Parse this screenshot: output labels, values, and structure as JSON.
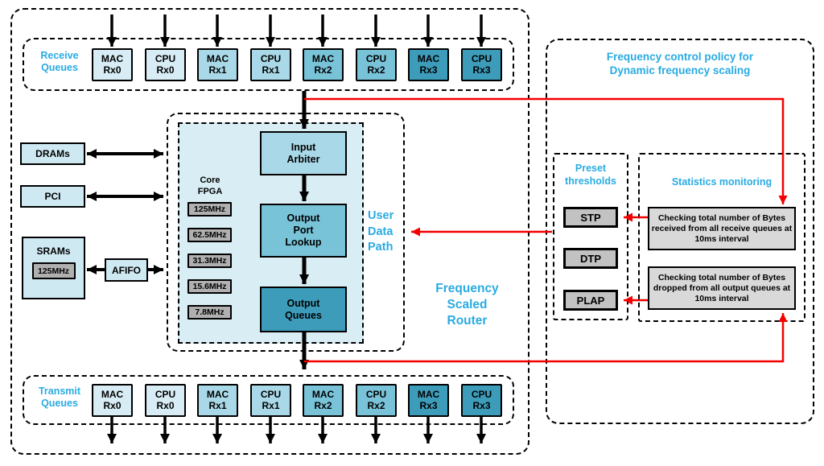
{
  "colors": {
    "accent": "#29abe2",
    "red": "#f40000",
    "q0": "#d7ecf4",
    "q1": "#a9d9e8",
    "q2": "#79c3d9",
    "q3": "#3d9cba",
    "panel": "#d9edf4",
    "device": "#cfe9f2",
    "gray_chip": "#b0b0b0",
    "gray_box": "#c2c2c2",
    "stat_box": "#d9d9d9"
  },
  "queues": {
    "receive_label": "Receive\nQueues",
    "transmit_label": "Transmit\nQueues",
    "items": [
      "MAC\nRx0",
      "CPU\nRx0",
      "MAC\nRx1",
      "CPU\nRx1",
      "MAC\nRx2",
      "CPU\nRx2",
      "MAC\nRx3",
      "CPU\nRx3"
    ]
  },
  "memory": {
    "drams": "DRAMs",
    "pci": "PCI",
    "srams": "SRAMs",
    "srams_freq": "125MHz",
    "afifo": "AFIFO"
  },
  "user_data_path": {
    "core_label": "Core\nFPGA",
    "frequencies": [
      "125MHz",
      "62.5MHz",
      "31.3MHz",
      "15.6MHz",
      "7.8MHz"
    ],
    "stages": [
      "Input\nArbiter",
      "Output\nPort\nLookup",
      "Output\nQueues"
    ],
    "label": "User\nData\nPath"
  },
  "router_label": "Frequency\nScaled\nRouter",
  "control_policy": {
    "title": "Frequency control policy for\nDynamic frequency scaling",
    "preset": {
      "label": "Preset\nthresholds",
      "items": [
        "STP",
        "DTP",
        "PLAP"
      ]
    },
    "statistics": {
      "label": "Statistics monitoring",
      "boxes": [
        "Checking total number of Bytes received from all receive queues at 10ms interval",
        "Checking total number of Bytes dropped from all output queues at 10ms interval"
      ]
    }
  }
}
